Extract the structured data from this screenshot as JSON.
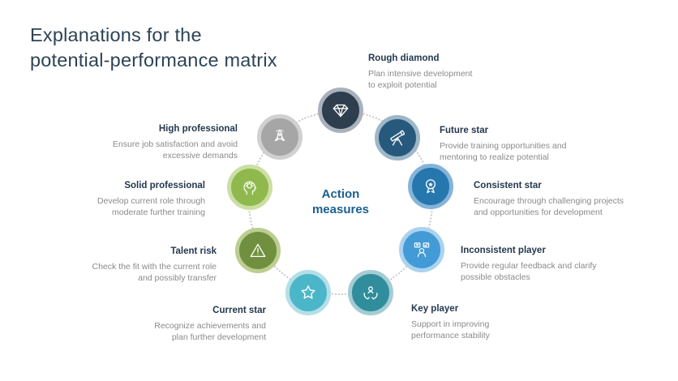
{
  "title": {
    "line1": "Explanations for the",
    "line2": "potential-performance matrix"
  },
  "center": {
    "line1": "Action",
    "line2": "measures"
  },
  "colors": {
    "title_text": "#2d4356",
    "label_text": "#24384f",
    "description_text": "#8a8a8a",
    "center_label_text": "#1b5f90",
    "dotted_ring": "#c9c9c9"
  },
  "nodes": [
    {
      "id": "rough-diamond",
      "label": "Rough diamond",
      "description_line1": "Plan intensive development",
      "description_line2": "to exploit potential",
      "icon": "diamond-icon",
      "circle_color": "#2e3e4f",
      "ring_color": "#a9b1ba"
    },
    {
      "id": "future-star",
      "label": "Future star",
      "description_line1": "Provide training opportunities and",
      "description_line2": "mentoring to realize potential",
      "icon": "telescope-icon",
      "circle_color": "#27597c",
      "ring_color": "#9db7c9"
    },
    {
      "id": "consistent-star",
      "label": "Consistent star",
      "description_line1": "Encourage through challenging projects",
      "description_line2": "and opportunities for development",
      "icon": "medal-icon",
      "circle_color": "#2577ae",
      "ring_color": "#85b4d8"
    },
    {
      "id": "inconsistent-player",
      "label": "Inconsistent player",
      "description_line1": "Provide regular feedback and clarify",
      "description_line2": "possible obstacles",
      "icon": "feedback-person-icon",
      "circle_color": "#429bd6",
      "ring_color": "#abd3ee"
    },
    {
      "id": "key-player",
      "label": "Key player",
      "description_line1": "Support in improving",
      "description_line2": "performance stability",
      "icon": "supporting-hands-icon",
      "circle_color": "#2f8d9c",
      "ring_color": "#a4ccd3"
    },
    {
      "id": "current-star",
      "label": "Current star",
      "description_line1": "Recognize achievements and",
      "description_line2": "plan further development",
      "icon": "star-icon",
      "circle_color": "#4cb6c9",
      "ring_color": "#b5dfe8"
    },
    {
      "id": "talent-risk",
      "label": "Talent risk",
      "description_line1": "Check the fit with the current role",
      "description_line2": "and possibly transfer",
      "icon": "warning-triangle-icon",
      "circle_color": "#71903f",
      "ring_color": "#bcce92"
    },
    {
      "id": "solid-professional",
      "label": "Solid professional",
      "description_line1": "Develop current role through",
      "description_line2": "moderate further training",
      "icon": "idea-head-icon",
      "circle_color": "#90b94d",
      "ring_color": "#cbdfa4"
    },
    {
      "id": "high-professional",
      "label": "High professional",
      "description_line1": "Ensure job satisfaction and avoid",
      "description_line2": "excessive demands",
      "icon": "rocket-icon",
      "circle_color": "#a6a6a6",
      "ring_color": "#d0d0d0"
    }
  ]
}
